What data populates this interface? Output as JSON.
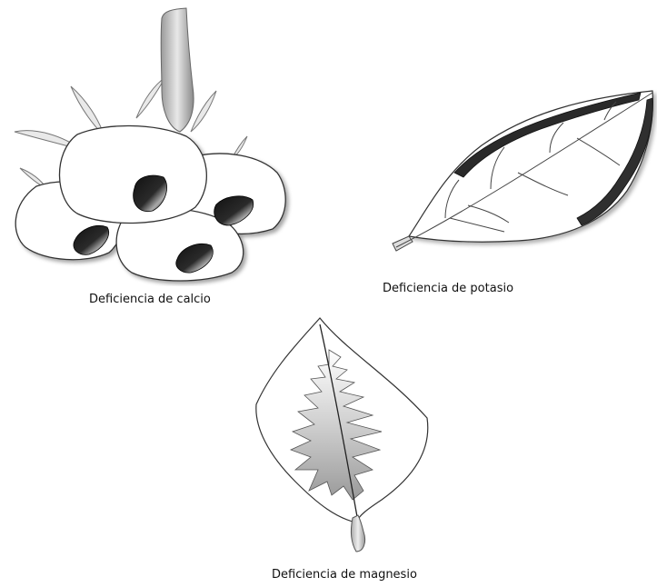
{
  "illustrations": [
    {
      "id": "calcium",
      "caption": "Deficiencia de calcio"
    },
    {
      "id": "potassium",
      "caption": "Deficiencia de potasio"
    },
    {
      "id": "magnesium",
      "caption": "Deficiencia de magnesio"
    }
  ]
}
